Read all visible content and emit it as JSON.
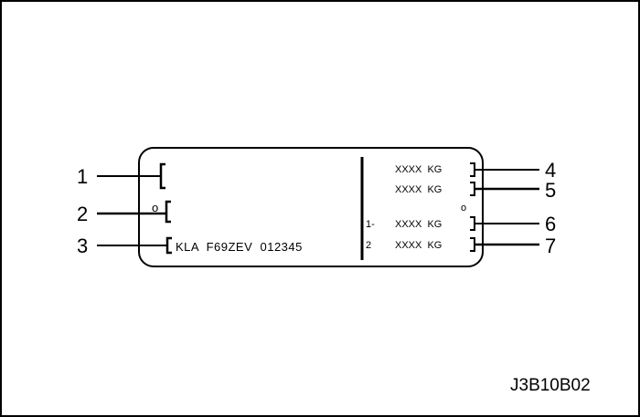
{
  "callouts": {
    "c1": "1",
    "c2": "2",
    "c3": "3",
    "c4": "4",
    "c5": "5",
    "c6": "6",
    "c7": "7"
  },
  "plate": {
    "vin": "KLA  F69ZEV  012345",
    "weight_1": "XXXX  KG",
    "weight_2": "XXXX  KG",
    "weight_3": "XXXX  KG",
    "weight_4": "XXXX  KG",
    "axle_1": "1-",
    "axle_2": "2",
    "marker_o_left": "o",
    "marker_o_right": "o"
  },
  "figure_code": "J3B10B02"
}
